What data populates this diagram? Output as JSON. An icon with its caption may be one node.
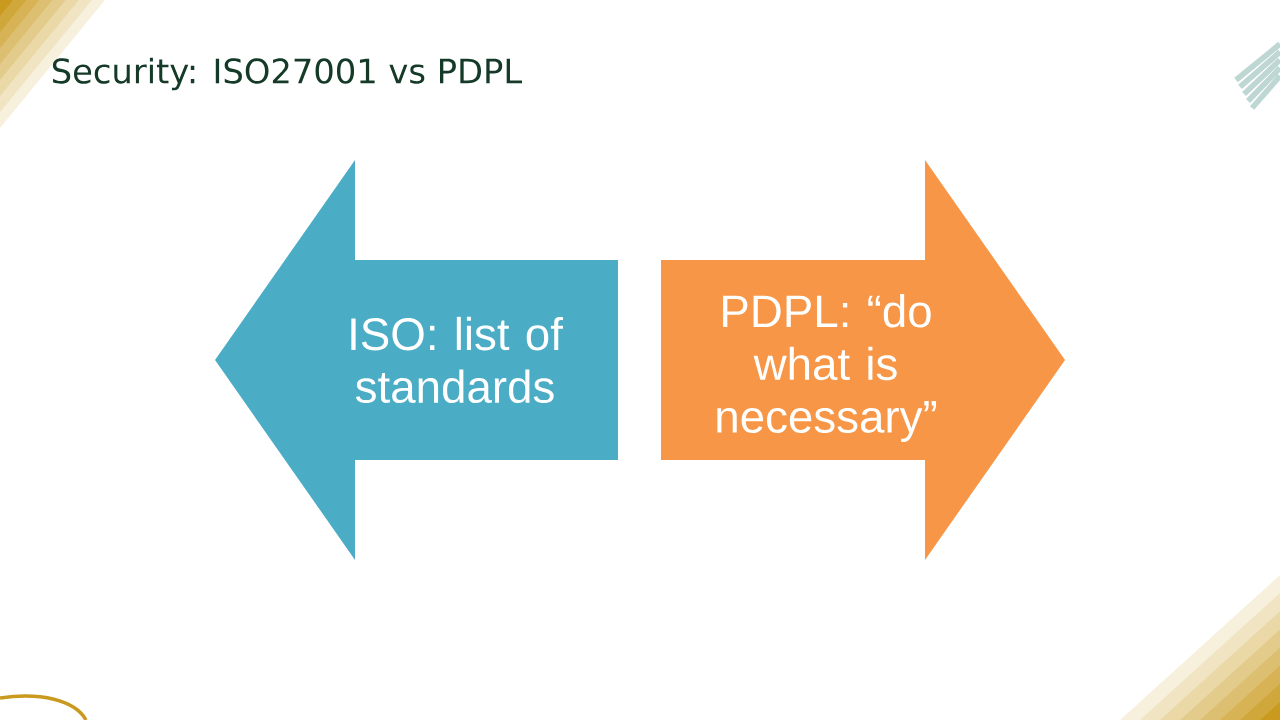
{
  "diagram": {
    "title": "Security: ISO27001 vs PDPL",
    "nodes": [
      {
        "text": [
          "ISO: list of standards"
        ]
      },
      {
        "text": [
          "PDPL: “do what is necessary”"
        ]
      }
    ]
  }
}
